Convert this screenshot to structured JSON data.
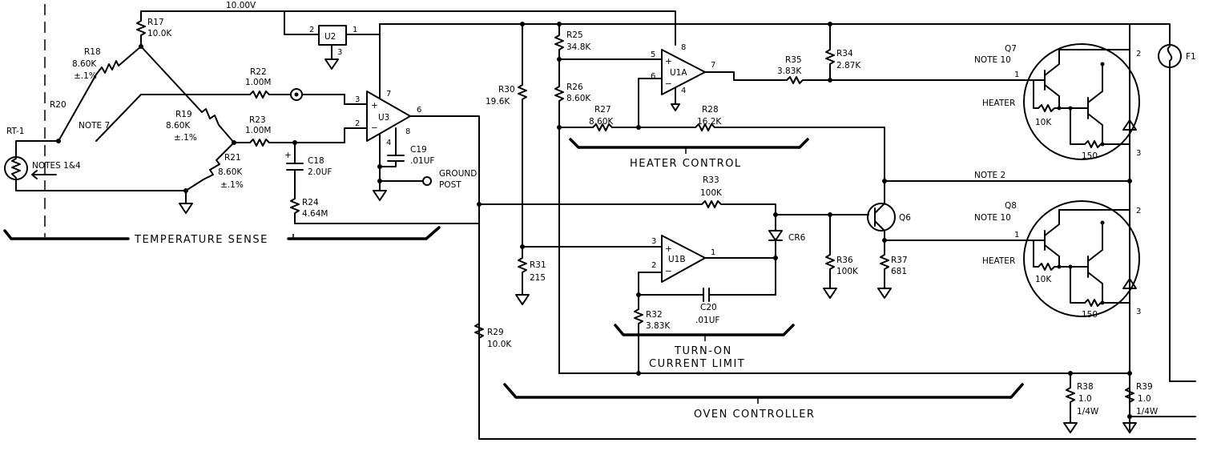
{
  "sections": {
    "temperature_sense": "TEMPERATURE SENSE",
    "heater_control": "HEATER CONTROL",
    "turn_on_1": "TURN-ON",
    "turn_on_2": "CURRENT LIMIT",
    "oven_controller": "OVEN CONTROLLER"
  },
  "labels": {
    "v10": "10.00V",
    "rt1": "RT-1",
    "notes14": "NOTES 1&4",
    "note7": "NOTE 7",
    "r20": "R20",
    "r17": "R17",
    "r17v": "10.0K",
    "r18": "R18",
    "r18v": "8.60K",
    "r18t": "±.1%",
    "r19": "R19",
    "r19v": "8.60K",
    "r19t": "±.1%",
    "r21": "R21",
    "r21v": "8.60K",
    "r21t": "±.1%",
    "r22": "R22",
    "r22v": "1.00M",
    "r23": "R23",
    "r23v": "1.00M",
    "r24": "R24",
    "r24v": "4.64M",
    "c18": "C18",
    "c18v": "2.0UF",
    "c19": "C19",
    "c19v": ".01UF",
    "u2": "U2",
    "u3": "U3",
    "ground_post_1": "GROUND",
    "ground_post_2": "POST",
    "r25": "R25",
    "r25v": "34.8K",
    "r26": "R26",
    "r26v": "8.60K",
    "r27": "R27",
    "r27v": "8.60K",
    "r28": "R28",
    "r28v": "16.2K",
    "r30": "R30",
    "r30v": "19.6K",
    "r31": "R31",
    "r31v": "215",
    "r29": "R29",
    "r29v": "10.0K",
    "r32": "R32",
    "r32v": "3.83K",
    "r33": "R33",
    "r33v": "100K",
    "r34": "R34",
    "r34v": "2.87K",
    "r35": "R35",
    "r35v": "3.83K",
    "r36": "R36",
    "r36v": "100K",
    "r37": "R37",
    "r37v": "681",
    "r38": "R38",
    "r38v": "1.0",
    "r38w": "1/4W",
    "r39": "R39",
    "r39v": "1.0",
    "r39w": "1/4W",
    "c20": "C20",
    "c20v": ".01UF",
    "u1a": "U1A",
    "u1b": "U1B",
    "cr6": "CR6",
    "q6": "Q6",
    "q7": "Q7",
    "q8": "Q8",
    "note10": "NOTE 10",
    "note2": "NOTE 2",
    "heater": "HEATER",
    "r10k": "10K",
    "r150": "150",
    "f1": "F1",
    "plus": "+",
    "minus": "−"
  },
  "pins": {
    "p1": "1",
    "p2": "2",
    "p3": "3",
    "p4": "4",
    "p5": "5",
    "p6": "6",
    "p7": "7",
    "p8": "8"
  }
}
